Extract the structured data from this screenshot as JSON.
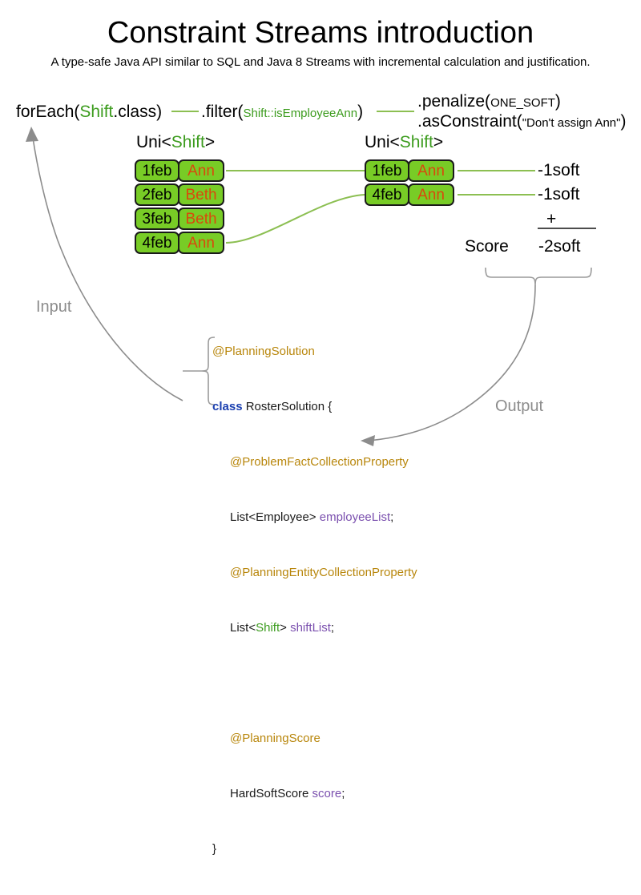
{
  "title": "Constraint Streams introduction",
  "subtitle": "A type-safe Java API similar to SQL and Java 8 Streams with incremental calculation and justification.",
  "pipeline": {
    "foreach": {
      "prefix": "forEach(",
      "type": "Shift",
      "suffix": ".class)"
    },
    "filter": {
      "prefix": ".filter(",
      "arg_type": "Shift",
      "arg_rest": "::isEmployeeAnn",
      "suffix": ")"
    },
    "penalize": {
      "prefix": ".penalize(",
      "arg": "ONE_SOFT",
      "suffix": ")"
    },
    "as_constraint": {
      "prefix": ".asConstraint(",
      "arg": "\"Don't assign Ann\"",
      "suffix": ")"
    }
  },
  "streams": {
    "left": {
      "caption_prefix": "Uni<",
      "caption_type": "Shift",
      "caption_suffix": ">",
      "tuples": [
        {
          "date": "1feb",
          "employee": "Ann"
        },
        {
          "date": "2feb",
          "employee": "Beth"
        },
        {
          "date": "3feb",
          "employee": "Beth"
        },
        {
          "date": "4feb",
          "employee": "Ann"
        }
      ]
    },
    "right": {
      "caption_prefix": "Uni<",
      "caption_type": "Shift",
      "caption_suffix": ">",
      "tuples": [
        {
          "date": "1feb",
          "employee": "Ann"
        },
        {
          "date": "4feb",
          "employee": "Ann"
        }
      ]
    }
  },
  "score": {
    "impacts": [
      "-1soft",
      "-1soft"
    ],
    "operator": "+",
    "label": "Score",
    "total": "-2soft"
  },
  "annotations": {
    "input": "Input",
    "output": "Output"
  },
  "code": {
    "line1_ann": "@PlanningSolution",
    "line2_kw": "class",
    "line2_rest": " RosterSolution {",
    "line3_ann": "@ProblemFactCollectionProperty",
    "line4_type": "List<Employee> ",
    "line4_field": "employeeList",
    "line4_semi": ";",
    "line5_ann": "@PlanningEntityCollectionProperty",
    "line6_type_a": "List<",
    "line6_type_shift": "Shift",
    "line6_type_b": "> ",
    "line6_field": "shiftList",
    "line6_semi": ";",
    "line7_ann": "@PlanningScore",
    "line8_type": "HardSoftScore ",
    "line8_field": "score",
    "line8_semi": ";",
    "line9": "}"
  },
  "colors": {
    "box_fill": "#78cc26",
    "box_border": "#1a1a1a",
    "employee_text": "#d9490c",
    "type_green": "#3c9c1e",
    "link_green": "#8cbf52",
    "annotation_gray": "#8c8c8c",
    "code_annotation": "#b8860b",
    "code_keyword": "#1a3fb0",
    "code_field": "#7a4fae"
  }
}
